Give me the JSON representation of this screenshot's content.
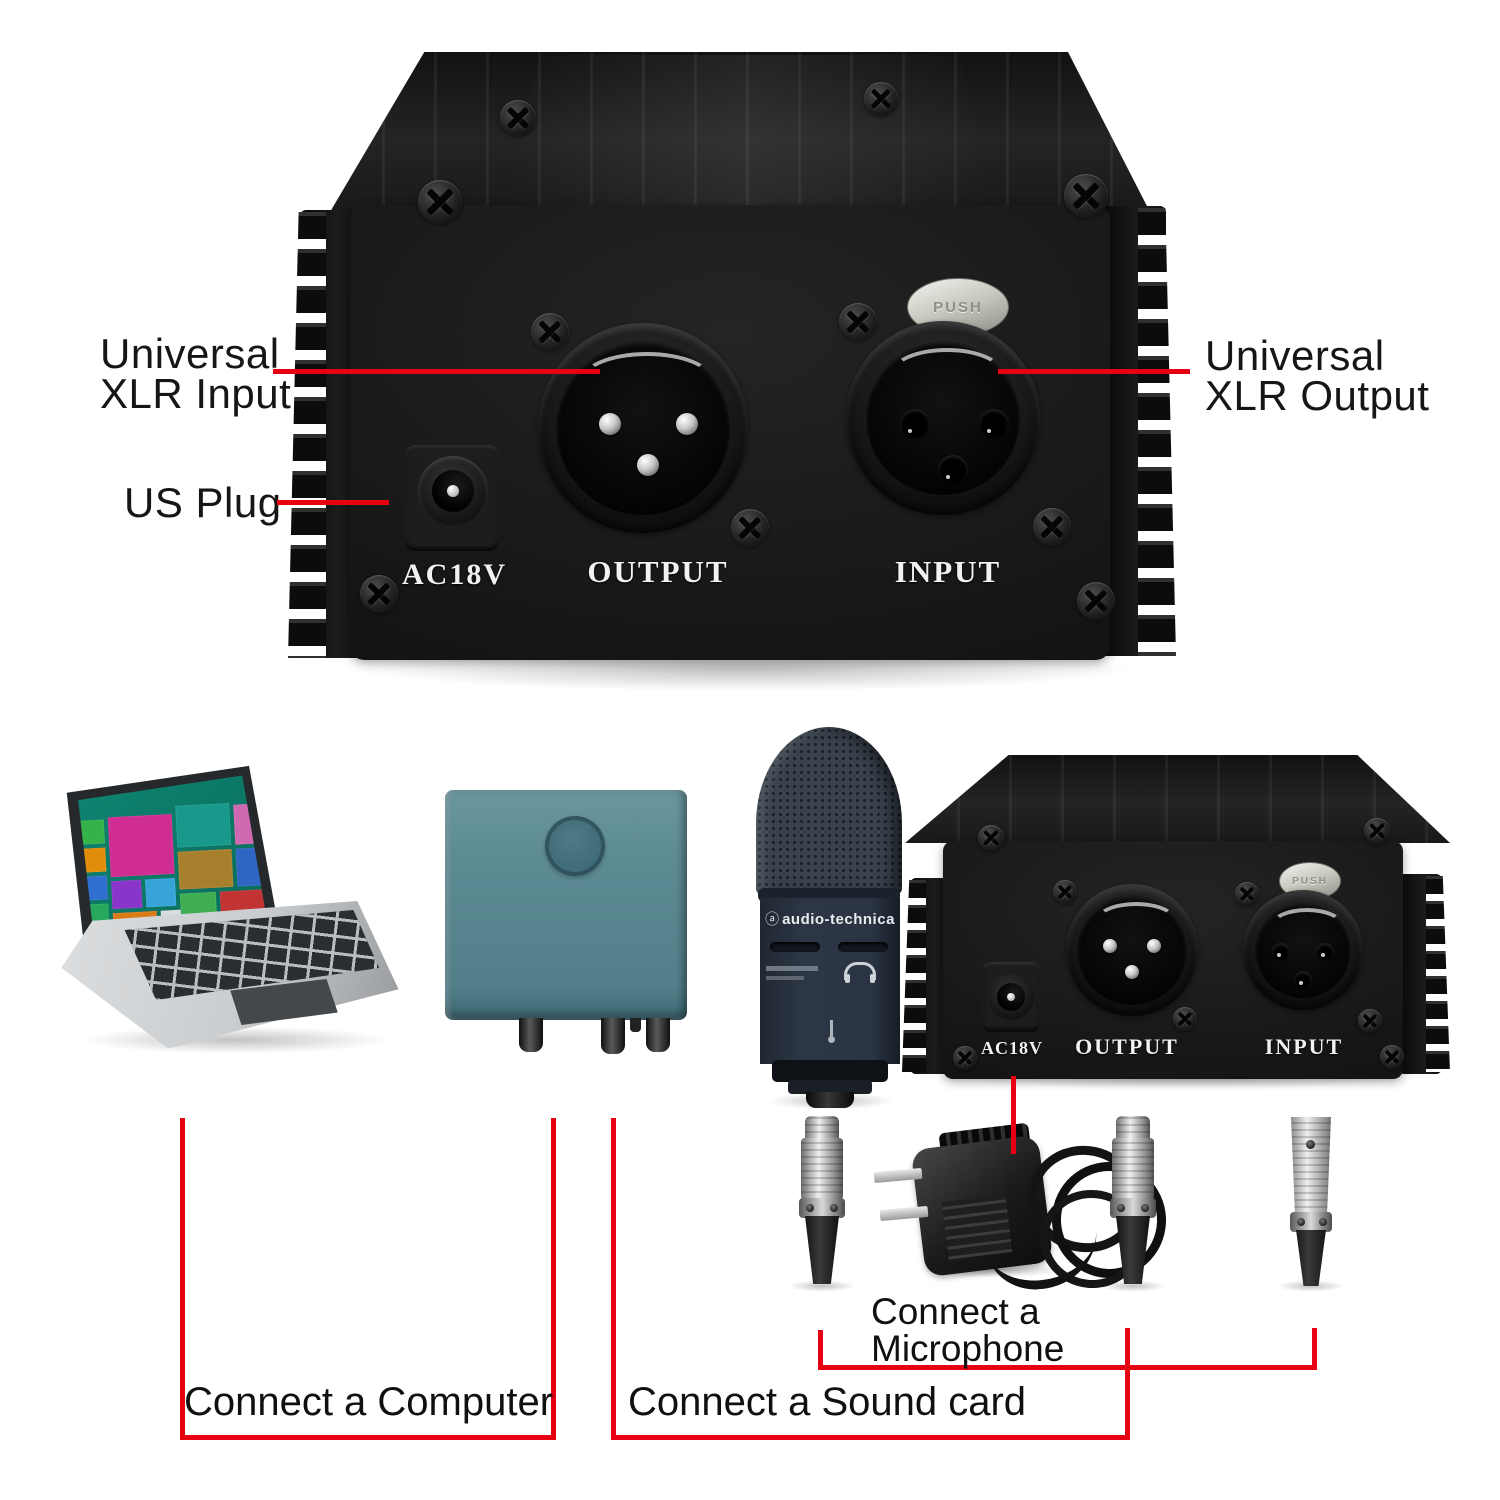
{
  "colors": {
    "page_bg": "#ffffff",
    "annotation_red": "#e60012",
    "case_black": "#171717",
    "panel_text_white": "#f2f2f2",
    "soundcard_teal": "#5d8b94",
    "knob_teal": "#3f6b77",
    "screen_teal": "#0e8573",
    "mic_body_blue": "#2c3644",
    "metal_silver": "#d8d8d8",
    "laptop_silver": "#c9ccce"
  },
  "callouts": {
    "xlr_input_line1": "Universal",
    "xlr_input_line2": "XLR Input",
    "us_plug": "US Plug",
    "xlr_output_line1": "Universal",
    "xlr_output_line2": "XLR Output"
  },
  "psu_panel": {
    "power_jack_label": "AC18V",
    "output_label": "OUTPUT",
    "input_label": "INPUT",
    "push_latch_label": "PUSH"
  },
  "microphone": {
    "logo_glyph": "ⓐ",
    "brand": "audio-technica"
  },
  "captions": {
    "computer": "Connect a Computer",
    "sound_card": "Connect a Sound card",
    "microphone_line1": "Connect a",
    "microphone_line2": "Microphone"
  }
}
